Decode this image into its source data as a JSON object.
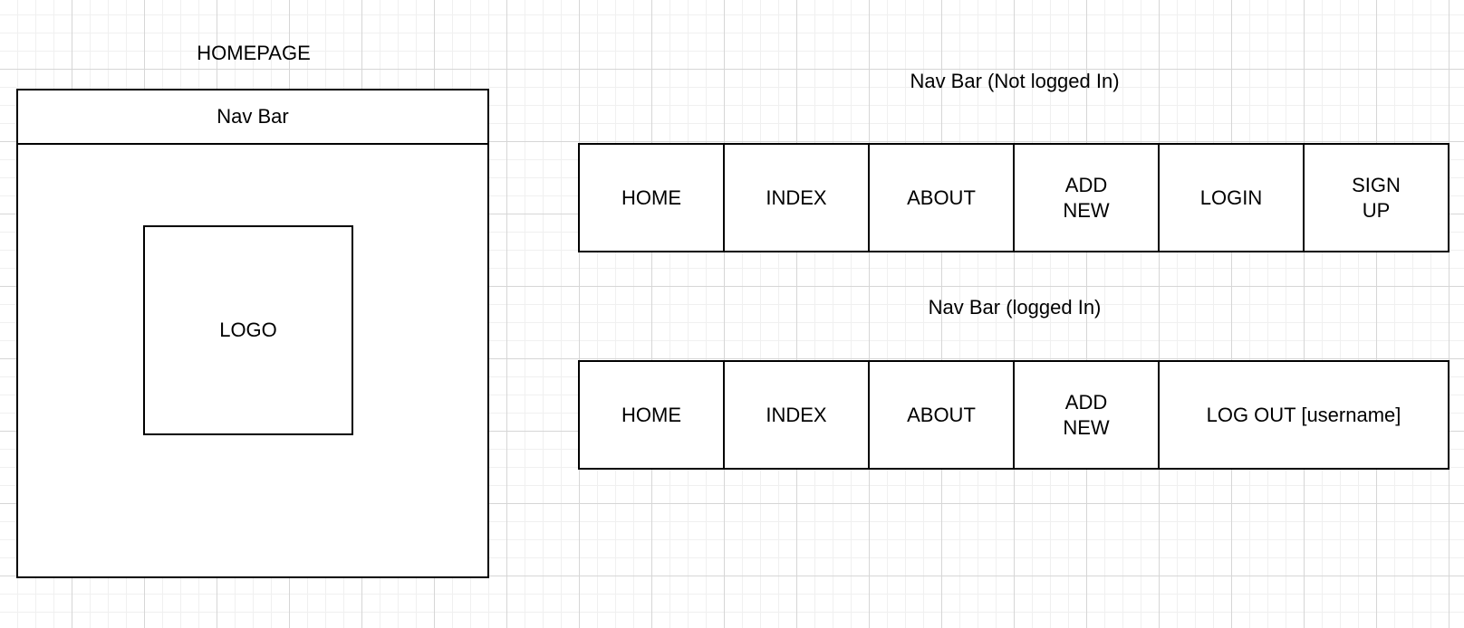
{
  "homepage": {
    "title": "HOMEPAGE",
    "nav_bar_label": "Nav Bar",
    "logo_label": "LOGO"
  },
  "nav_not_logged_in": {
    "title": "Nav Bar (Not logged In)",
    "items": [
      {
        "label": "HOME"
      },
      {
        "label": "INDEX"
      },
      {
        "label": "ABOUT"
      },
      {
        "label": "ADD\nNEW"
      },
      {
        "label": "LOGIN"
      },
      {
        "label": "SIGN\nUP"
      }
    ]
  },
  "nav_logged_in": {
    "title": "Nav Bar (logged In)",
    "items": [
      {
        "label": "HOME"
      },
      {
        "label": "INDEX"
      },
      {
        "label": "ABOUT"
      },
      {
        "label": "ADD\nNEW"
      },
      {
        "label": "LOG OUT [username]"
      }
    ]
  },
  "colors": {
    "stroke": "#000000",
    "grid_major": "#d6d6d6",
    "grid_minor": "#f0f0f0",
    "background": "#ffffff"
  }
}
